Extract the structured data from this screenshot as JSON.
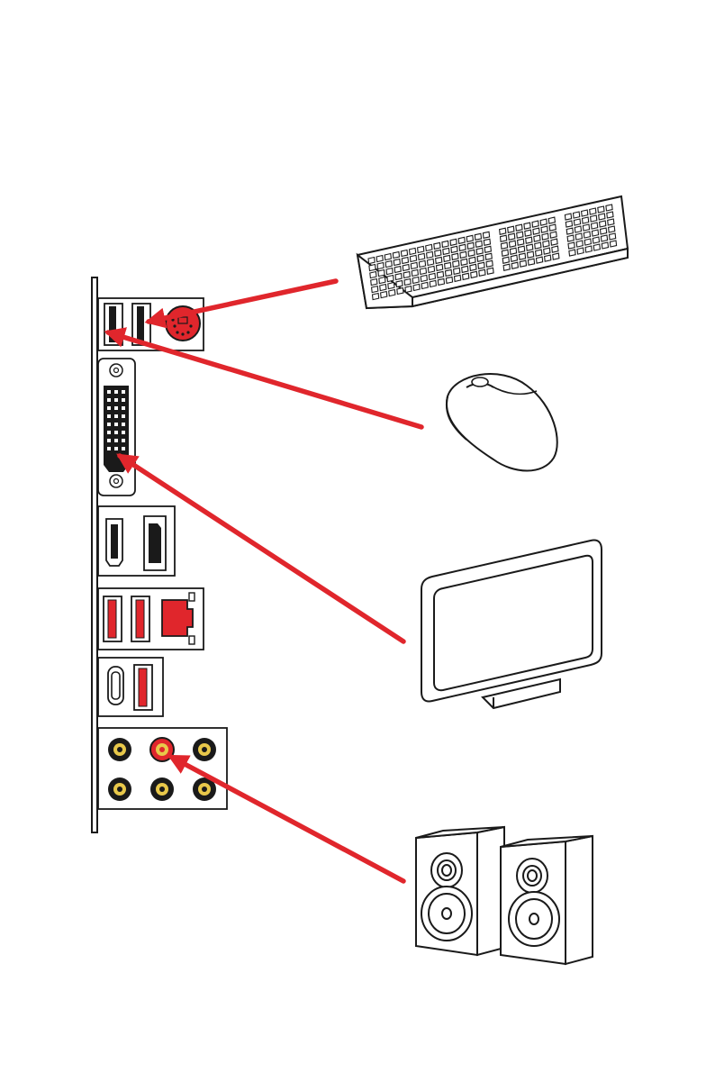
{
  "colors": {
    "accent": "#e0262c",
    "outline": "#1a1a1a",
    "port_dark": "#1a1a1a",
    "jack_ring": "#e8c84a",
    "background": "#ffffff"
  },
  "devices": [
    {
      "name": "keyboard",
      "icon": "keyboard-icon",
      "target_port": "ps2-port"
    },
    {
      "name": "mouse",
      "icon": "mouse-icon",
      "target_port": "usb-port"
    },
    {
      "name": "monitor",
      "icon": "monitor-icon",
      "target_port": "dvi-port"
    },
    {
      "name": "speakers",
      "icon": "speakers-icon",
      "target_port": "audio-line-out-jack"
    }
  ],
  "io_panel": {
    "ports": [
      "ps2-port",
      "usb-port",
      "dvi-port",
      "hdmi-port",
      "displayport-port",
      "usb3-port",
      "lan-port",
      "usb-type-c-port",
      "audio-jacks"
    ]
  }
}
